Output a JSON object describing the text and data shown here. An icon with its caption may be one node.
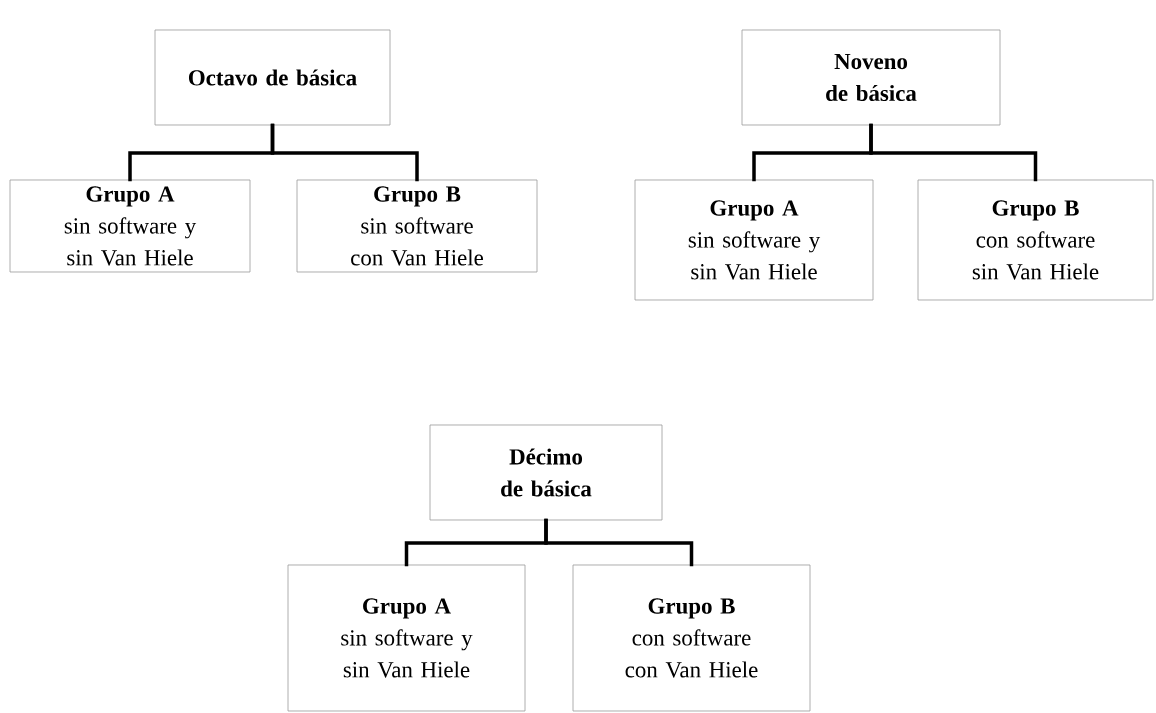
{
  "diagram": {
    "nodes": [
      {
        "text": [
          "Octavo de básica"
        ]
      },
      {
        "text": [
          "Grupo A",
          "sin software y sin Van Hiele"
        ]
      },
      {
        "text": [
          "Grupo B",
          "sin software con Van Hiele"
        ]
      },
      {
        "text": [
          "Noveno de básica"
        ]
      },
      {
        "text": [
          "Grupo A",
          "sin software y sin Van Hiele"
        ]
      },
      {
        "text": [
          "Grupo B",
          "con software sin Van Hiele"
        ]
      },
      {
        "text": [
          "Décimo de básica"
        ]
      },
      {
        "text": [
          "Grupo A",
          "sin software y sin Van Hiele"
        ]
      },
      {
        "text": [
          "Grupo B",
          "con software con Van Hiele"
        ]
      }
    ],
    "edges": [
      {
        "from": 0,
        "to": 1,
        "arrow": "none"
      },
      {
        "from": 0,
        "to": 2,
        "arrow": "none"
      },
      {
        "from": 3,
        "to": 4,
        "arrow": "none"
      },
      {
        "from": 3,
        "to": 5,
        "arrow": "none"
      },
      {
        "from": 6,
        "to": 7,
        "arrow": "none"
      },
      {
        "from": 6,
        "to": 8,
        "arrow": "none"
      }
    ]
  }
}
